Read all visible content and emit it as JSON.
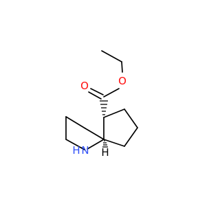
{
  "molecule": {
    "atoms": {
      "ester_oxygen": {
        "symbol": "O",
        "color": "#ff0d0d"
      },
      "carbonyl_oxygen": {
        "symbol": "O",
        "color": "#ff0d0d"
      },
      "ring_nitrogen": {
        "symbol": "N",
        "color": "#3050f8"
      },
      "nitrogen_hydrogen": {
        "symbol": "H",
        "color": "#3050f8"
      },
      "stereo_hydrogen": {
        "symbol": "H",
        "color": "#000000"
      }
    },
    "bond_color": "#000000"
  }
}
